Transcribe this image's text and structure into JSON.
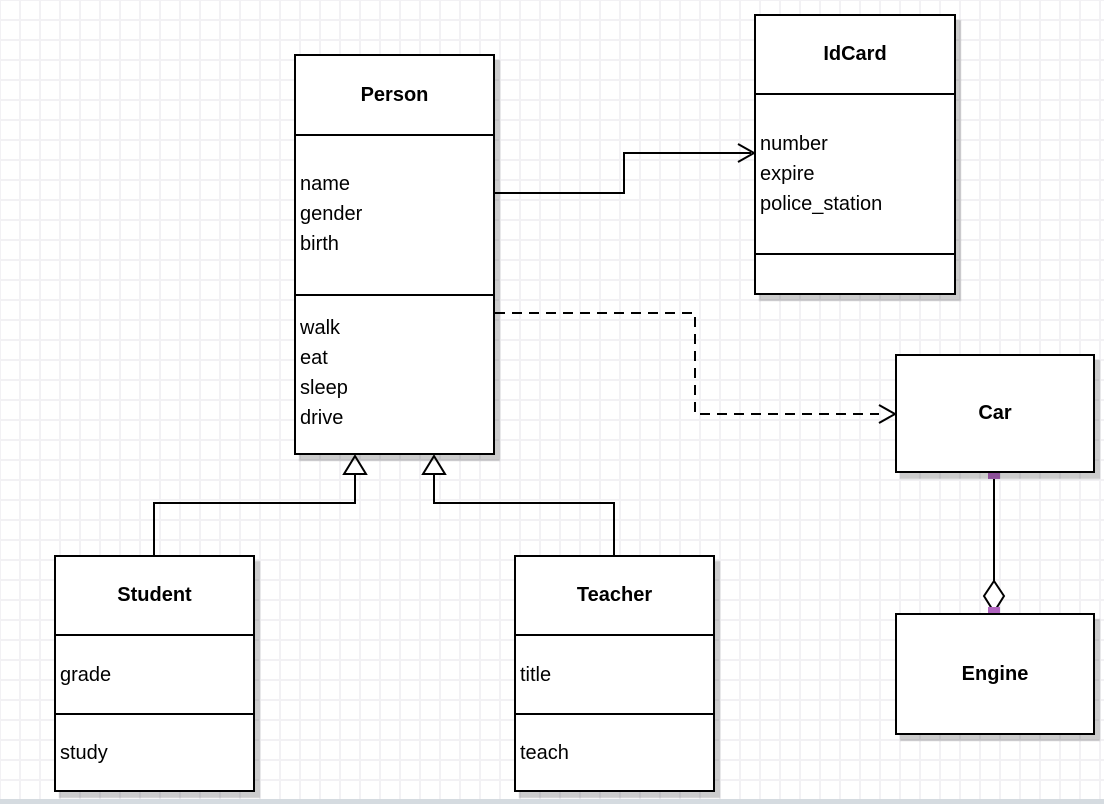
{
  "diagram_title": "UML class diagram",
  "colors": {
    "box_border": "#000000",
    "box_fill": "#ffffff",
    "edge_color": "#000000",
    "grid_line": "#f2f1f4",
    "shadow": "#cccccc",
    "connection_marker": "#b164c0",
    "bottom_strip": "#d5dbe0"
  },
  "classes": {
    "person": {
      "title": "Person",
      "attributes": [
        "name",
        "gender",
        "birth"
      ],
      "methods": [
        "walk",
        "eat",
        "sleep",
        "drive"
      ]
    },
    "idcard": {
      "title": "IdCard",
      "attributes": [
        "number",
        "expire",
        "police_station"
      ],
      "extra_compartment": ""
    },
    "car": {
      "title": "Car"
    },
    "engine": {
      "title": "Engine"
    },
    "student": {
      "title": "Student",
      "compartments": [
        "grade",
        "study"
      ]
    },
    "teacher": {
      "title": "Teacher",
      "compartments": [
        "title",
        "teach"
      ]
    }
  },
  "edges": [
    {
      "from": "Person",
      "to": "IdCard",
      "type": "association",
      "line": "solid",
      "arrowhead": "open"
    },
    {
      "from": "Person",
      "to": "Car",
      "type": "dependency",
      "line": "dashed",
      "arrowhead": "open"
    },
    {
      "from": "Student",
      "to": "Person",
      "type": "generalization",
      "line": "solid",
      "arrowhead": "hollow-triangle"
    },
    {
      "from": "Teacher",
      "to": "Person",
      "type": "generalization",
      "line": "solid",
      "arrowhead": "hollow-triangle"
    },
    {
      "from": "Car",
      "to": "Engine",
      "type": "aggregation",
      "line": "solid",
      "arrowhead": "hollow-diamond",
      "endpoint_markers": "purple-squares"
    }
  ]
}
